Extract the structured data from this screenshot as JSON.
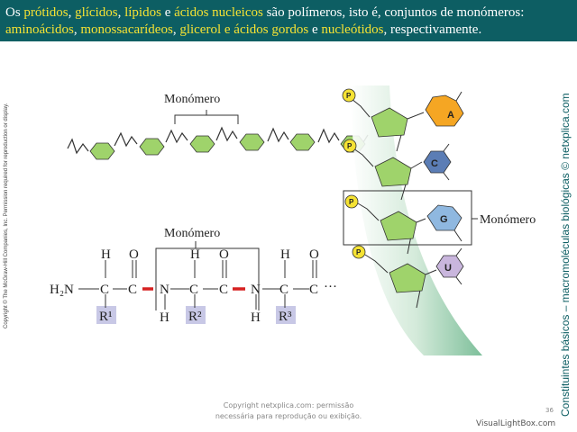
{
  "header": {
    "line1": {
      "p1": "Os ",
      "h1": "prótidos",
      "p2": ", ",
      "h2": "glícidos",
      "p3": ", ",
      "h3": "lípidos",
      "p4": " e ",
      "h4": "ácidos nucleicos",
      "p5": " são polímeros, isto é, conjuntos de monómeros:"
    },
    "line2": {
      "h1": "aminoácidos",
      "p1": ", ",
      "h2": "monossacarídeos",
      "p2": ", ",
      "h3": "glicerol e ácidos gordos",
      "p3": " e ",
      "h4": "nucleótidos",
      "p4": ", respectivamente."
    }
  },
  "side_left": "Copyright © The McGraw-Hill Companies, Inc. Permission required for reproduction or display.",
  "side_right": "Constituintes básicos – macromoléculas biológicas © netxplica.com",
  "labels": {
    "monomer_top": "Monómero",
    "monomer_mid": "Monómero",
    "monomer_right": "Monómero"
  },
  "peptide": {
    "h2n": "H₂N",
    "h": "H",
    "c": "C",
    "o": "O",
    "n": "N",
    "dash": "—",
    "dbl": "=",
    "ellipsis": "···",
    "r1": "R¹",
    "r2": "R²",
    "r3": "R³"
  },
  "dna": {
    "phosphate": "P",
    "bases": [
      "A",
      "C",
      "G",
      "U"
    ],
    "colors": {
      "A": "#f5a623",
      "C": "#5b7db5",
      "G": "#8fb8e0",
      "U": "#c9b6dd"
    }
  },
  "colors": {
    "header_bg": "#0d5e63",
    "highlight": "#f5e233",
    "hexagon": "#9fd36b",
    "peptide_bond": "#d62020",
    "r_box": "#c8c8e6",
    "phosphate": "#f5e233"
  },
  "footer": {
    "line1": "Copyright netxplica.com: permissão",
    "line2": "necessária para reprodução ou exibição."
  },
  "page_number": "36",
  "watermark": "VisualLightBox.com"
}
